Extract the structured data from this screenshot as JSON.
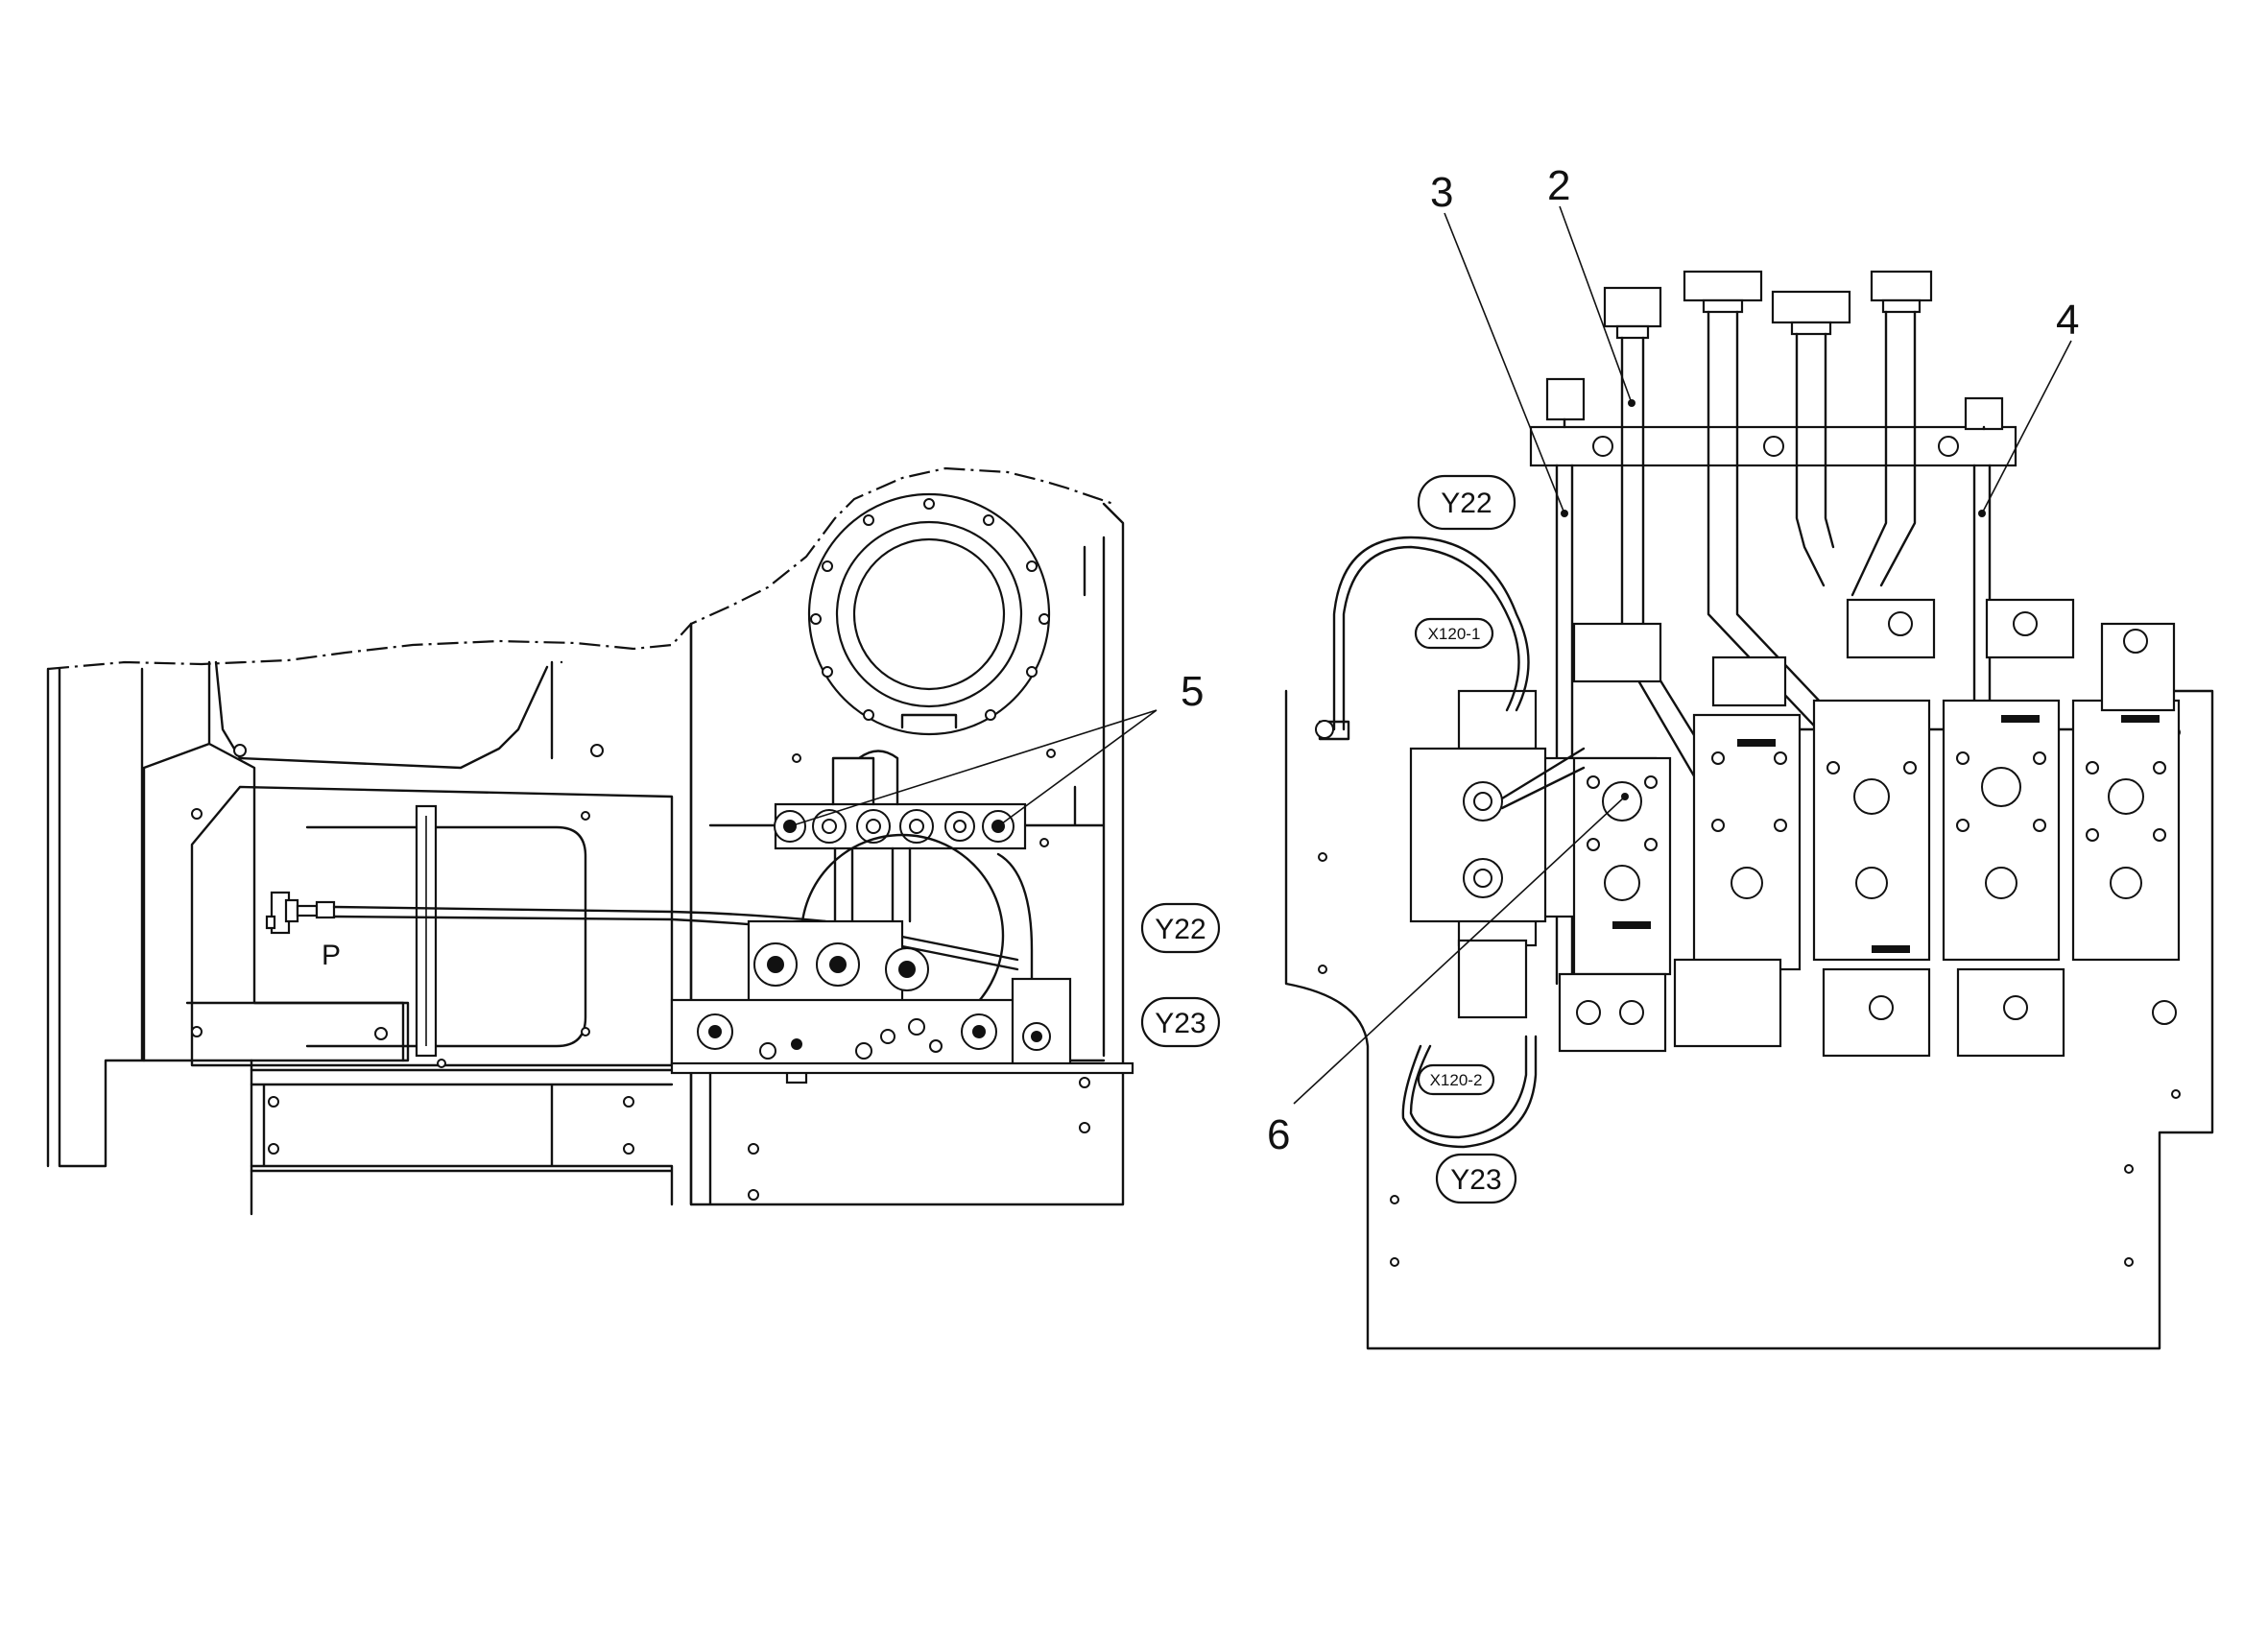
{
  "callouts": {
    "c2": "2",
    "c3": "3",
    "c4": "4",
    "c5": "5",
    "c6": "6"
  },
  "labels": {
    "y22_left": "Y22",
    "y23_left": "Y23",
    "y22_right": "Y22",
    "y23_right": "Y23",
    "x120_1": "X120-1",
    "x120_2": "X120-2",
    "p_mark": "P"
  }
}
